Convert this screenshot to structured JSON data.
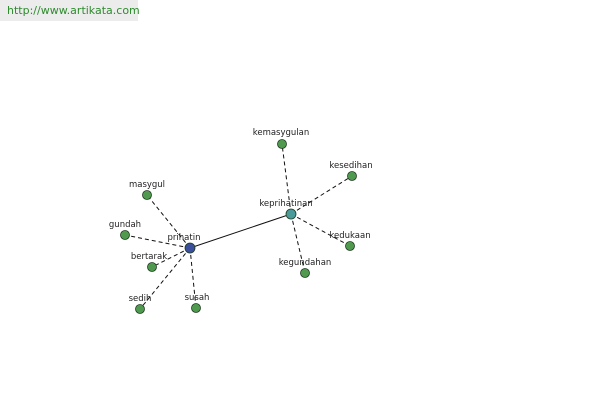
{
  "header": {
    "url_text": "http://www.artikata.com"
  },
  "colors": {
    "leaf": "#4f9a4f",
    "center_primary": "#3b4f9c",
    "center_secondary": "#4a9a9a",
    "url_text": "#2e8b2e"
  },
  "graph": {
    "nodes": [
      {
        "id": "prihatin",
        "label": "prihatin",
        "kind": "primary"
      },
      {
        "id": "keprihatinan",
        "label": "keprihatinan",
        "kind": "secondary"
      },
      {
        "id": "masygul",
        "label": "masygul",
        "kind": "leaf"
      },
      {
        "id": "gundah",
        "label": "gundah",
        "kind": "leaf"
      },
      {
        "id": "bertarak",
        "label": "bertarak",
        "kind": "leaf"
      },
      {
        "id": "sedih",
        "label": "sedih",
        "kind": "leaf"
      },
      {
        "id": "susah",
        "label": "susah",
        "kind": "leaf"
      },
      {
        "id": "kemasygulan",
        "label": "kemasygulan",
        "kind": "leaf"
      },
      {
        "id": "kesedihan",
        "label": "kesedihan",
        "kind": "leaf"
      },
      {
        "id": "kedukaan",
        "label": "kedukaan",
        "kind": "leaf"
      },
      {
        "id": "kegundahan",
        "label": "kegundahan",
        "kind": "leaf"
      }
    ],
    "edges": [
      {
        "from": "prihatin",
        "to": "keprihatinan",
        "style": "solid"
      },
      {
        "from": "prihatin",
        "to": "masygul",
        "style": "dashed"
      },
      {
        "from": "prihatin",
        "to": "gundah",
        "style": "dashed"
      },
      {
        "from": "prihatin",
        "to": "bertarak",
        "style": "dashed"
      },
      {
        "from": "prihatin",
        "to": "sedih",
        "style": "dashed"
      },
      {
        "from": "prihatin",
        "to": "susah",
        "style": "dashed"
      },
      {
        "from": "keprihatinan",
        "to": "kemasygulan",
        "style": "dashed"
      },
      {
        "from": "keprihatinan",
        "to": "kesedihan",
        "style": "dashed"
      },
      {
        "from": "keprihatinan",
        "to": "kedukaan",
        "style": "dashed"
      },
      {
        "from": "keprihatinan",
        "to": "kegundahan",
        "style": "dashed"
      }
    ]
  }
}
